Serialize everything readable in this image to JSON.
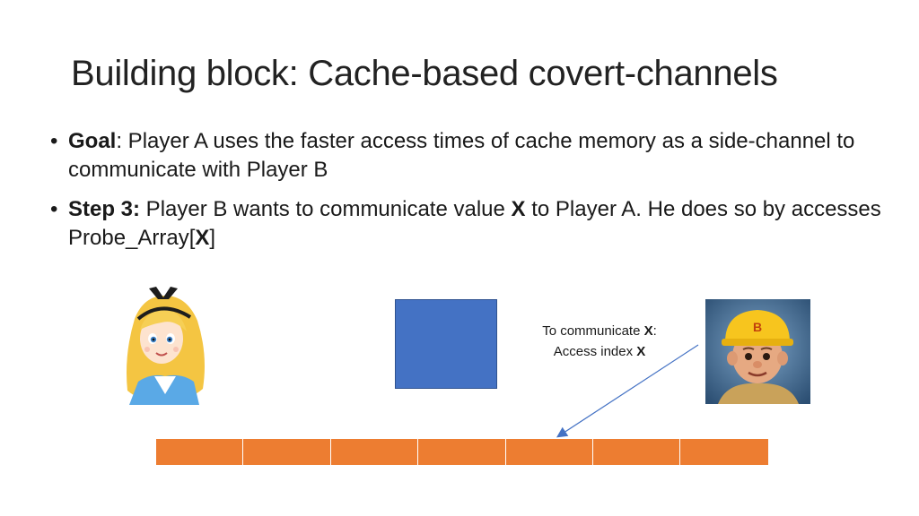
{
  "title": "Building block: Cache-based covert-channels",
  "bullets": [
    {
      "bullet_char": "•",
      "label": "Goal",
      "text": ": Player A uses the faster access times of cache memory as a side-channel to communicate with Player B"
    },
    {
      "bullet_char": "•",
      "label": "Step 3:",
      "text_1": " Player B wants to communicate value ",
      "value_x": "X",
      "text_2": " to Player A. He does so by accesses Probe_Array[",
      "index_x": "X",
      "text_3": "]"
    }
  ],
  "note": {
    "line1_prefix": "To communicate ",
    "line1_value": "X",
    "line1_suffix": ":",
    "line2_prefix": "Access index ",
    "line2_value": "X"
  },
  "players": {
    "player_a": "alice-cartoon",
    "player_b": "bob-the-builder-cartoon"
  },
  "probe_array": {
    "cell_count": 7,
    "cell_color": "#ed7d31"
  },
  "colors": {
    "cached_block": "#4472c4",
    "probe_cell": "#ed7d31",
    "arrow": "#4472c4"
  }
}
